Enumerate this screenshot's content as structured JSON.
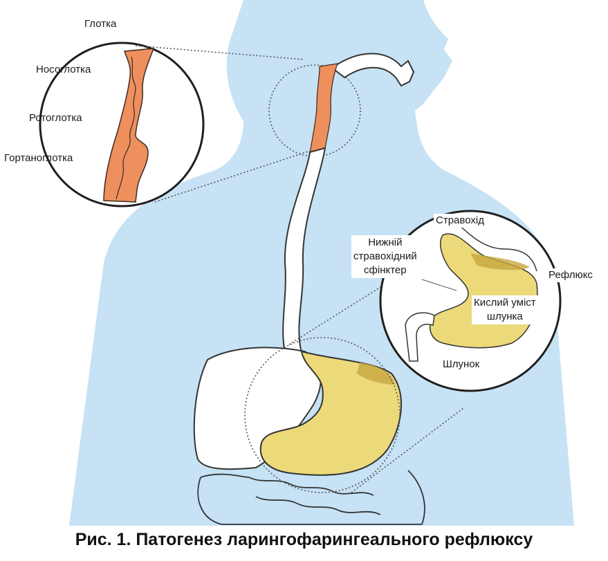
{
  "labels": {
    "pharynx": "Глотка",
    "nasopharynx": "Носоглотка",
    "oropharynx": "Ротоглотка",
    "laryngopharynx": "Гортаноглотка",
    "esophagus": "Стравохід",
    "les_line1": "Нижній",
    "les_line2": "стравохідний",
    "les_line3": "сфінктер",
    "reflux": "Рефлюкс",
    "acid_line1": "Кислий уміст",
    "acid_line2": "шлунка",
    "stomach": "Шлунок"
  },
  "caption": "Рис. 1. Патогенез ларингофарингеального рефлюксу",
  "colors": {
    "body_silhouette": "#c6e2f4",
    "pharynx_fill": "#ee8f5e",
    "stomach_content": "#ecd97a",
    "stomach_content_dark": "#c8a640",
    "outline": "#333333"
  }
}
